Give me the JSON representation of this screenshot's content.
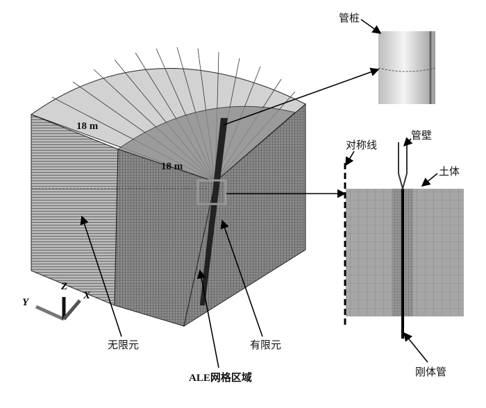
{
  "labels": {
    "pipe_pile": "管桩",
    "symmetry_line": "对称线",
    "pipe_wall": "管壁",
    "soil": "土体",
    "radius_1": "18 m",
    "radius_2": "18 m",
    "infinite_elements": "无限元",
    "finite_elements": "有限元",
    "ale_region": "ALE网格区域",
    "rigid_pipe": "刚体管"
  },
  "axes": {
    "y": "Y",
    "z": "Z",
    "x": "X"
  },
  "colors": {
    "top_surface": "#d0d0d0",
    "mesh_face": "#9a9a9a",
    "detail_mesh": "#a4a4a4",
    "line": "#000000"
  }
}
